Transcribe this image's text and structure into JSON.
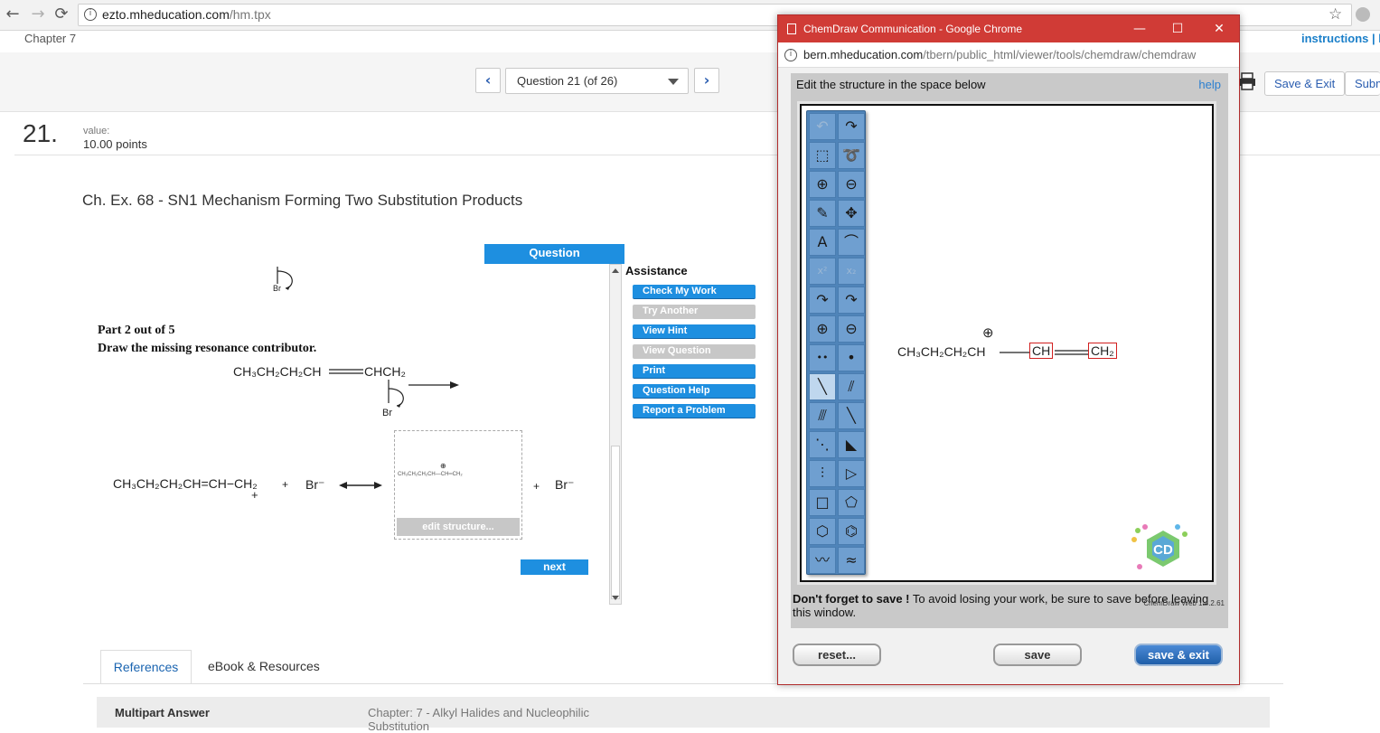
{
  "browser": {
    "url_host": "ezto.mheducation.com",
    "url_path": "/hm.tpx"
  },
  "page": {
    "chapter": "Chapter 7",
    "instructions": "instructions | h",
    "question_selector": "Question 21 (of 26)",
    "save_exit": "Save & Exit",
    "submit": "Subm",
    "question_number": "21.",
    "value_label": "value:",
    "value_points": "10.00 points",
    "title": "Ch. Ex. 68 - SN1 Mechanism Forming Two Substitution Products"
  },
  "question": {
    "tab_label": "Question",
    "part": "Part 2 out of 5",
    "instruction": "Draw the missing resonance contributor.",
    "br_label": "Br",
    "reactant_left": "CH₃CH₂CH₂CH",
    "reactant_right": "CHCH₂",
    "product_left": "CH₃CH₂CH₂CH=CH−CH₂",
    "plus": "+",
    "bromide": "Br⁻",
    "mini_structure": "CH₃CH₂CH₂CH—CH═CH₂",
    "edit_structure": "edit structure...",
    "next": "next"
  },
  "assistance": {
    "heading": "Assistance",
    "buttons": [
      {
        "label": "Check My Work",
        "enabled": true
      },
      {
        "label": "Try Another",
        "enabled": false
      },
      {
        "label": "View Hint",
        "enabled": true
      },
      {
        "label": "View Question",
        "enabled": false
      },
      {
        "label": "Print",
        "enabled": true
      },
      {
        "label": "Question Help",
        "enabled": true
      },
      {
        "label": "Report a Problem",
        "enabled": true
      }
    ]
  },
  "bottom": {
    "tab_references": "References",
    "tab_ebook": "eBook & Resources",
    "multipart_label": "Multipart Answer",
    "chapter_text": "Chapter: 7 - Alkyl Halides and Nucleophilic Substitution"
  },
  "popup": {
    "window_title": "ChemDraw Communication - Google Chrome",
    "url_host": "bern.mheducation.com",
    "url_path": "/tbern/public_html/viewer/tools/chemdraw/chemdraw",
    "edit_header": "Edit the structure in the space below",
    "help": "help",
    "molecule_chain": "CH₃CH₂CH₂CH",
    "molecule_ch": "CH",
    "molecule_ch2": "CH₂",
    "plus_charge": "⊕",
    "footnote_bold": "Don't forget to save !",
    "footnote_text": " To avoid losing your work, be sure to save before leaving this window.",
    "version": "ChemDraw Web 1.4.2.61",
    "reset": "reset...",
    "save": "save",
    "save_exit": "save & exit",
    "logo_text": "CD"
  },
  "tools": [
    {
      "name": "undo-icon",
      "glyph": "↶",
      "state": "dis"
    },
    {
      "name": "redo-icon",
      "glyph": "↷",
      "state": ""
    },
    {
      "name": "marquee-icon",
      "glyph": "⬚",
      "state": ""
    },
    {
      "name": "lasso-icon",
      "glyph": "➰",
      "state": ""
    },
    {
      "name": "zoom-in-icon",
      "glyph": "⊕",
      "state": ""
    },
    {
      "name": "zoom-out-icon",
      "glyph": "⊖",
      "state": ""
    },
    {
      "name": "eraser-icon",
      "glyph": "✎",
      "state": ""
    },
    {
      "name": "move-icon",
      "glyph": "✥",
      "state": ""
    },
    {
      "name": "text-icon",
      "glyph": "A",
      "state": ""
    },
    {
      "name": "chain-icon",
      "glyph": "⌒",
      "state": ""
    },
    {
      "name": "superscript-icon",
      "glyph": "x²",
      "state": "dis"
    },
    {
      "name": "subscript-icon",
      "glyph": "x₂",
      "state": "dis"
    },
    {
      "name": "arrow-pair-icon",
      "glyph": "↷",
      "state": ""
    },
    {
      "name": "arrow-single-icon",
      "glyph": "↷",
      "state": ""
    },
    {
      "name": "positive-charge-icon",
      "glyph": "⊕",
      "state": ""
    },
    {
      "name": "negative-charge-icon",
      "glyph": "⊖",
      "state": ""
    },
    {
      "name": "lone-pair-icon",
      "glyph": "••",
      "state": ""
    },
    {
      "name": "radical-icon",
      "glyph": "•",
      "state": ""
    },
    {
      "name": "single-bond-icon",
      "glyph": "╲",
      "state": "sel"
    },
    {
      "name": "double-bond-icon",
      "glyph": "⫽",
      "state": ""
    },
    {
      "name": "triple-bond-icon",
      "glyph": "⫻",
      "state": ""
    },
    {
      "name": "bold-bond-icon",
      "glyph": "╲",
      "state": ""
    },
    {
      "name": "dashed-bond-icon",
      "glyph": "⋱",
      "state": ""
    },
    {
      "name": "wedge-bond-icon",
      "glyph": "◣",
      "state": ""
    },
    {
      "name": "hash-bond-icon",
      "glyph": "⫶",
      "state": ""
    },
    {
      "name": "triangle-icon",
      "glyph": "▷",
      "state": ""
    },
    {
      "name": "square-icon",
      "glyph": "□",
      "state": ""
    },
    {
      "name": "pentagon-icon",
      "glyph": "⬠",
      "state": ""
    },
    {
      "name": "hexagon-icon",
      "glyph": "⬡",
      "state": ""
    },
    {
      "name": "benzene-icon",
      "glyph": "⌬",
      "state": ""
    },
    {
      "name": "chair-icon",
      "glyph": "〰",
      "state": ""
    },
    {
      "name": "boat-icon",
      "glyph": "≈",
      "state": ""
    }
  ],
  "colors": {
    "accent": "#1e8fe0",
    "popup_title": "#d03b36",
    "toolbar": "#4f84b9",
    "highlight_box": "#d21f1f"
  }
}
